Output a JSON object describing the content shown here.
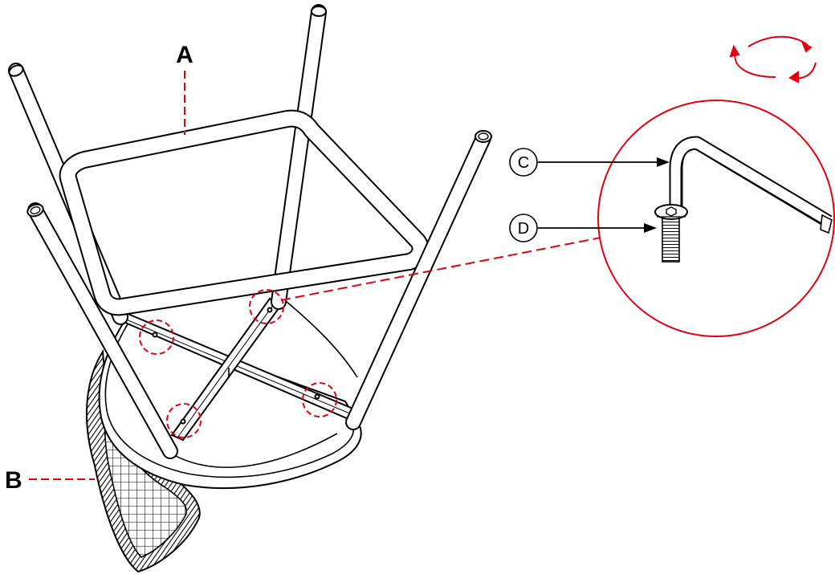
{
  "labels": {
    "a": "A",
    "b": "B",
    "c": "C",
    "d": "D"
  },
  "colors": {
    "line": "#000000",
    "accent": "#e3000f",
    "background": "#ffffff"
  },
  "icons": {
    "rotate": "rotate-arrows-icon",
    "allen_key": "allen-key-icon",
    "screw": "screw-icon"
  }
}
